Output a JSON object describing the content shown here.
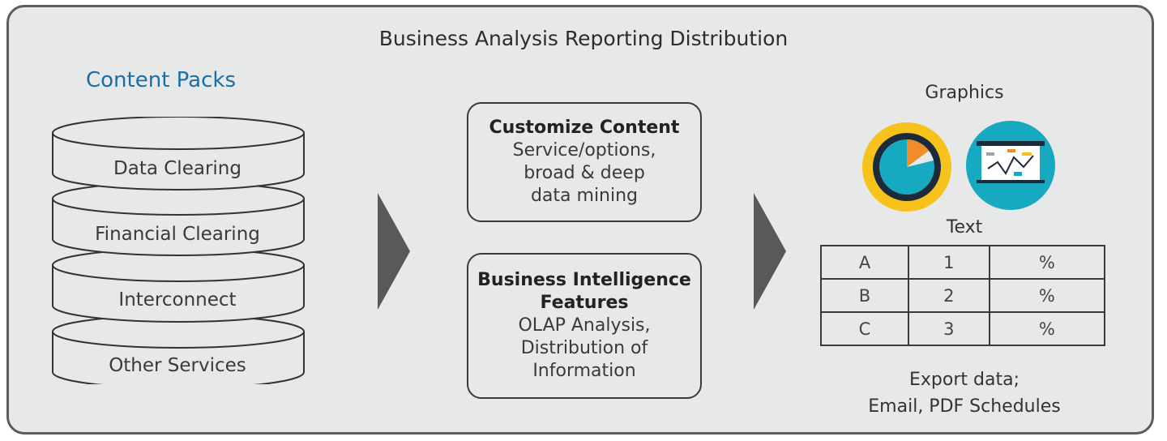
{
  "title": "Business Analysis Reporting Distribution",
  "colors": {
    "heading_blue": "#1b6ea8",
    "arrow_gray": "#595959",
    "frame_gray": "#e7e8e8",
    "yellow": "#f6c21b",
    "teal": "#17a9bf",
    "orange": "#f28c28",
    "navy": "#1d2a3a"
  },
  "content_packs": {
    "heading": "Content Packs",
    "layers": [
      "Data Clearing",
      "Financial Clearing",
      "Interconnect",
      "Other Services"
    ]
  },
  "boxes": [
    {
      "title": "Customize Content",
      "body": [
        "Service/options,",
        "broad & deep",
        "data mining"
      ]
    },
    {
      "title": "Business Intelligence",
      "title2": "Features",
      "body": [
        "OLAP Analysis,",
        "Distribution of",
        "Information"
      ]
    }
  ],
  "outputs": {
    "graphics_label": "Graphics",
    "icons": [
      "pie-chart-icon",
      "presentation-board-icon"
    ],
    "text_label": "Text",
    "table": [
      [
        "A",
        "1",
        "%"
      ],
      [
        "B",
        "2",
        "%"
      ],
      [
        "C",
        "3",
        "%"
      ]
    ],
    "export_line1": "Export data;",
    "export_line2": "Email, PDF Schedules"
  }
}
